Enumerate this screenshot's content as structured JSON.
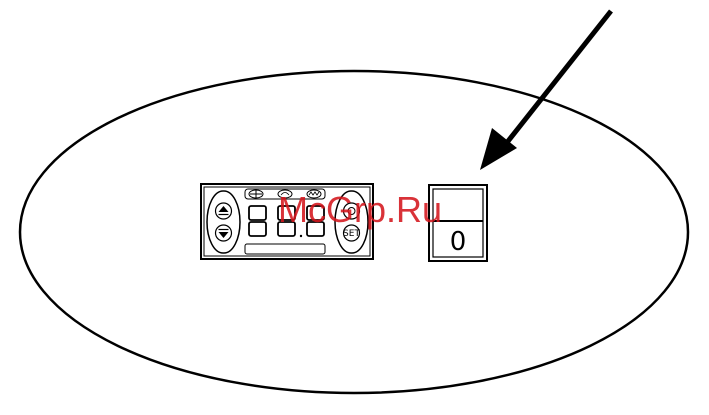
{
  "controller": {
    "set_label": "SET"
  },
  "switch": {
    "off_label": "0"
  },
  "watermark": {
    "text": "McGrp.Ru"
  },
  "colors": {
    "ink": "#000000",
    "watermark": "#d4161c"
  },
  "icons": [
    "up-arrow-icon",
    "down-arrow-icon",
    "compressor-icon",
    "fan-icon",
    "defrost-icon",
    "pointer-arrow-icon"
  ]
}
